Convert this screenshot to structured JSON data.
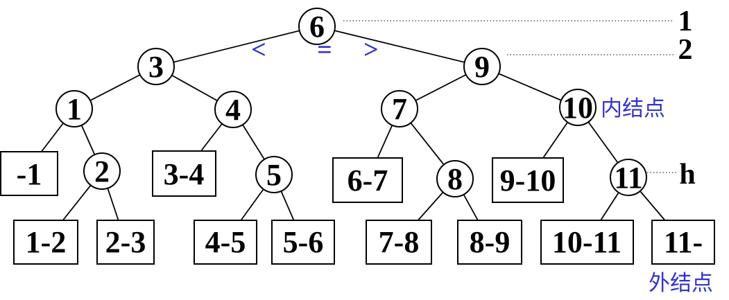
{
  "tree": {
    "kind": "extended-binary-search-tree",
    "comparison": {
      "less": "<",
      "equal": "=",
      "greater": ">"
    },
    "internal_nodes": [
      {
        "label": "6"
      },
      {
        "label": "3"
      },
      {
        "label": "9"
      },
      {
        "label": "1"
      },
      {
        "label": "4"
      },
      {
        "label": "7"
      },
      {
        "label": "10"
      },
      {
        "label": "2"
      },
      {
        "label": "5"
      },
      {
        "label": "8"
      },
      {
        "label": "11"
      }
    ],
    "external_nodes": [
      {
        "label": "-1"
      },
      {
        "label": "3-4"
      },
      {
        "label": "6-7"
      },
      {
        "label": "9-10"
      },
      {
        "label": "1-2"
      },
      {
        "label": "2-3"
      },
      {
        "label": "4-5"
      },
      {
        "label": "5-6"
      },
      {
        "label": "7-8"
      },
      {
        "label": "8-9"
      },
      {
        "label": "10-11"
      },
      {
        "label": "11-"
      }
    ]
  },
  "annotations": {
    "level_1": "1",
    "level_2": "2",
    "height_label": "h",
    "internal_node_label": "内结点",
    "external_node_label": "外结点"
  },
  "colors": {
    "annotation_blue": "#3333cc",
    "line_black": "#000000",
    "background": "#ffffff"
  }
}
